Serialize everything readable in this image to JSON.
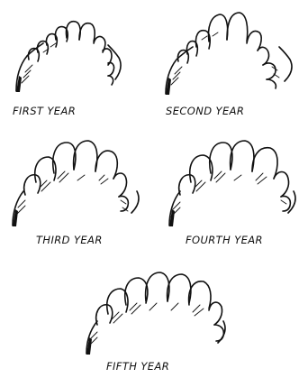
{
  "diagram": {
    "panels": [
      {
        "id": "first",
        "caption": "FIRST YEAR",
        "incisor_count": 6
      },
      {
        "id": "second",
        "caption": "SECOND YEAR",
        "incisor_count": 6
      },
      {
        "id": "third",
        "caption": "THIRD YEAR",
        "incisor_count": 6
      },
      {
        "id": "fourth",
        "caption": "FOURTH YEAR",
        "incisor_count": 6
      },
      {
        "id": "fifth",
        "caption": "FIFTH YEAR",
        "incisor_count": 8
      }
    ]
  }
}
